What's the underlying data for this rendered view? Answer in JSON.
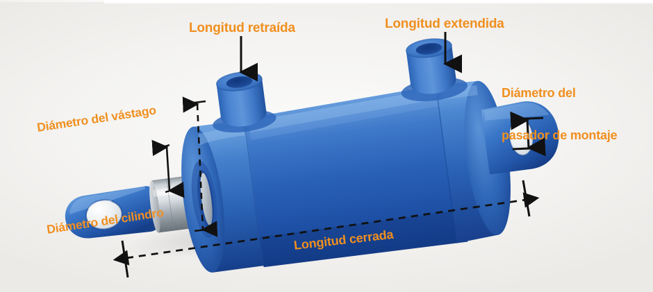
{
  "diagram": {
    "title": "Diagrama de cilindro hidráulico",
    "language": "es",
    "background_color": "#f2f1ef",
    "label_color": "#f08f20",
    "dimension_line_color": "#111111",
    "body_color_light": "#5a8fd6",
    "body_color_mid": "#2a62b4",
    "body_color_dark": "#14408c",
    "rod_color_light": "#eceef0",
    "rod_color_dark": "#8e959c"
  },
  "labels": {
    "retracted_length": "Longitud retraída",
    "extended_length": "Longitud extendida",
    "mounting_pin_diameter_line1": "Diámetro del",
    "mounting_pin_diameter_line2": "pasador de montaje",
    "rod_diameter": "Diámetro del vástago",
    "bore_diameter": "Diámetro del cilindro",
    "closed_length": "Longitud cerrada"
  },
  "parts": {
    "rod_end_clevis": "rod-end-clevis",
    "chrome_rod": "chrome-rod",
    "gland_head": "gland-head",
    "barrel": "barrel",
    "cap_end": "cap-end",
    "cap_end_clevis": "cap-end-clevis",
    "port_boss_retract": "port-boss-retract",
    "port_boss_extend": "port-boss-extend"
  },
  "annotations": {
    "arrow_retract": "down-arrow-to-retract-port",
    "arrow_extend": "down-arrow-to-extend-port",
    "dim_rod": "rod-diameter-dimension",
    "dim_bore": "bore-diameter-dimension",
    "dim_pin": "mounting-pin-diameter-dimension",
    "dim_closed": "closed-length-dimension"
  }
}
